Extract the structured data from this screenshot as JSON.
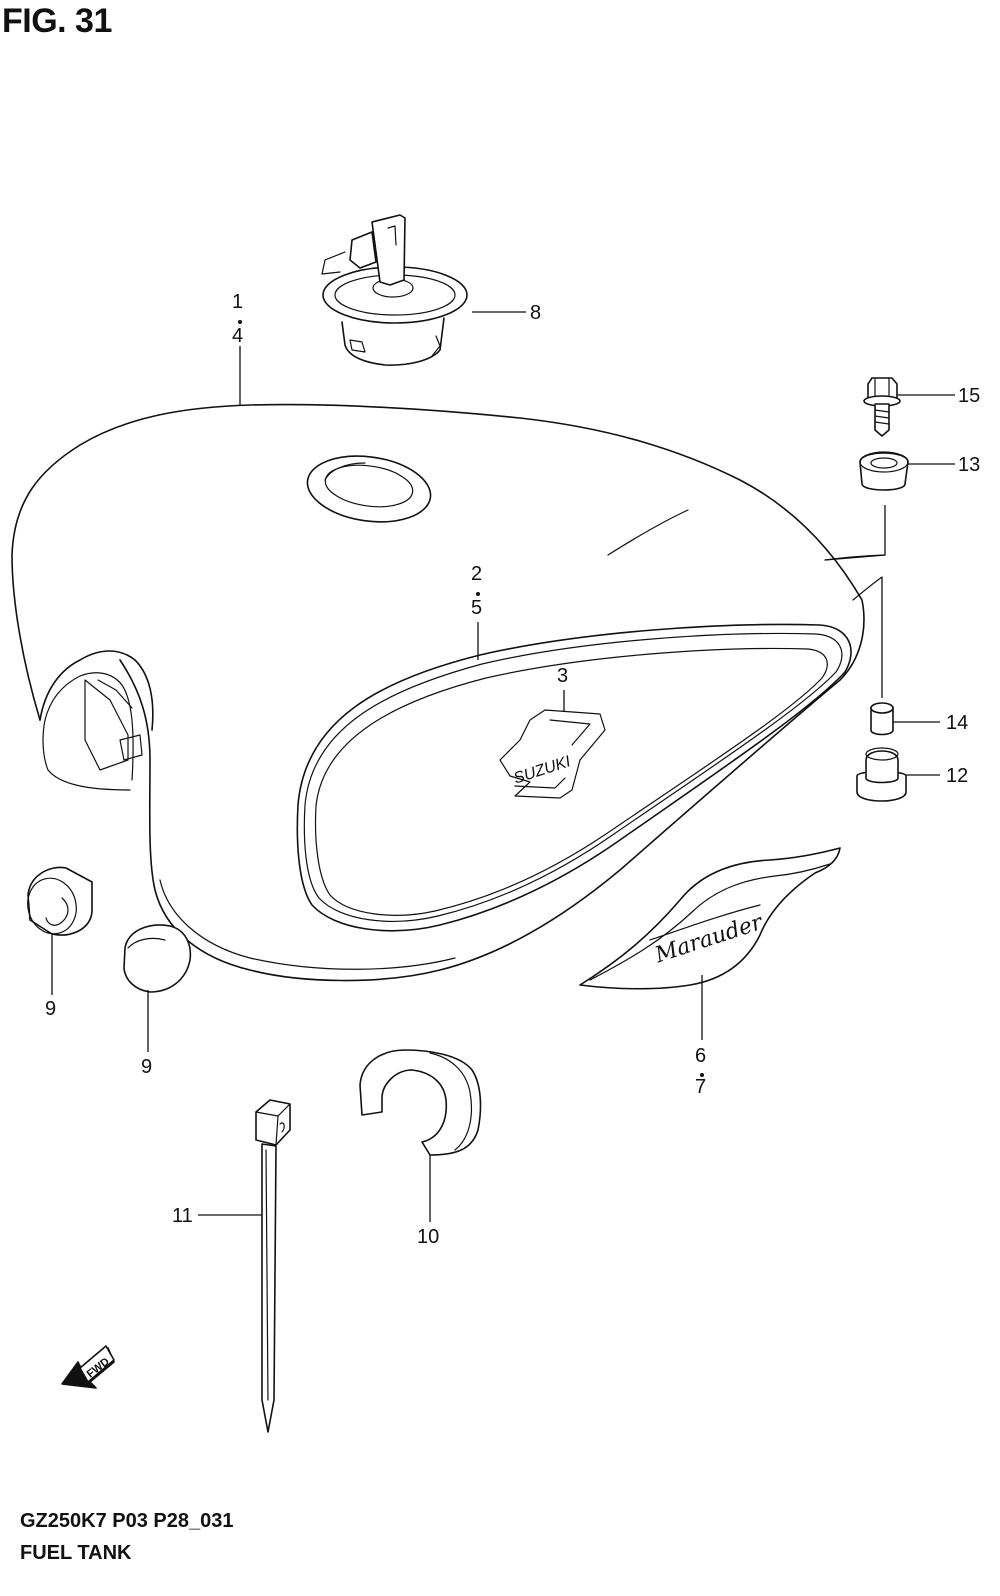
{
  "figure": {
    "title": "FIG. 31",
    "model_code": "GZ250K7 P03 P28_031",
    "name": "FUEL TANK"
  },
  "callouts": {
    "tank_top": "1",
    "tank_bottom": "4",
    "emblem_frame_top": "2",
    "emblem_frame_bottom": "5",
    "logo": "3",
    "cap": "8",
    "bolt": "15",
    "cushion_upper": "13",
    "spacer": "14",
    "cushion_lower": "12",
    "badge_top": "6",
    "badge_bottom": "7",
    "cushion_left": "9",
    "cushion_mid": "9",
    "clamp": "10",
    "tie": "11"
  },
  "marks": {
    "fwd": "FWD",
    "badge_script": "Marauder",
    "logo_text": "SUZUKI"
  }
}
